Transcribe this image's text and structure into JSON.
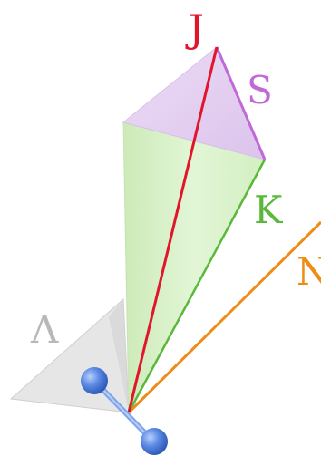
{
  "diagram": {
    "labels": {
      "J": "J",
      "S": "S",
      "K": "K",
      "N": "N",
      "Lambda": "Λ"
    },
    "colors": {
      "J": "#e0162b",
      "S": "#c06ad6",
      "K": "#5bb83a",
      "N": "#ee8c18",
      "Lambda": "#b8b8b8",
      "atom": "#4f7fe0",
      "bond": "#7ea4ea",
      "cone_fill": "#d8f2c6",
      "top_face": "#e8d3f2",
      "lambda_fill": "#e4e4e4"
    }
  }
}
